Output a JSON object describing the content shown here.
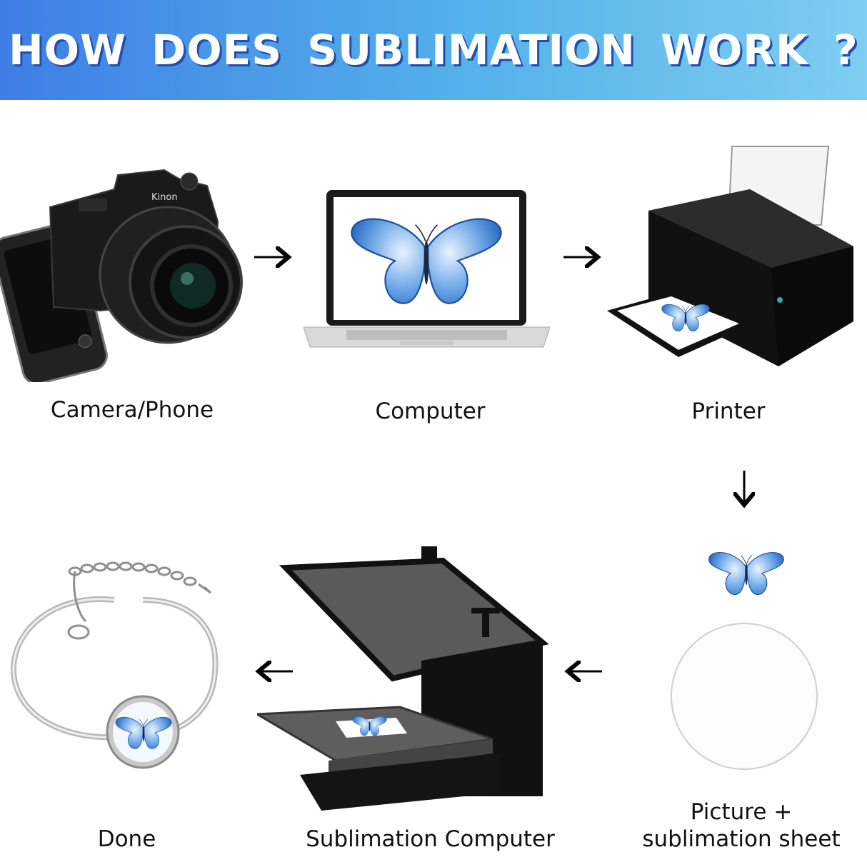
{
  "header": {
    "title": "HOW DOES SUBLIMATION WORK ?"
  },
  "camera": {
    "brand": "Kinon"
  },
  "steps": [
    {
      "label": "Camera/Phone"
    },
    {
      "label": "Computer"
    },
    {
      "label": "Printer"
    },
    {
      "label": "Picture +\nsublimation sheet"
    },
    {
      "label": "Sublimation Computer"
    },
    {
      "label": "Done"
    }
  ],
  "colors": {
    "banner_start": "#3f7ee6",
    "banner_end": "#7fcdf0",
    "butterfly": "#3a78c9"
  }
}
